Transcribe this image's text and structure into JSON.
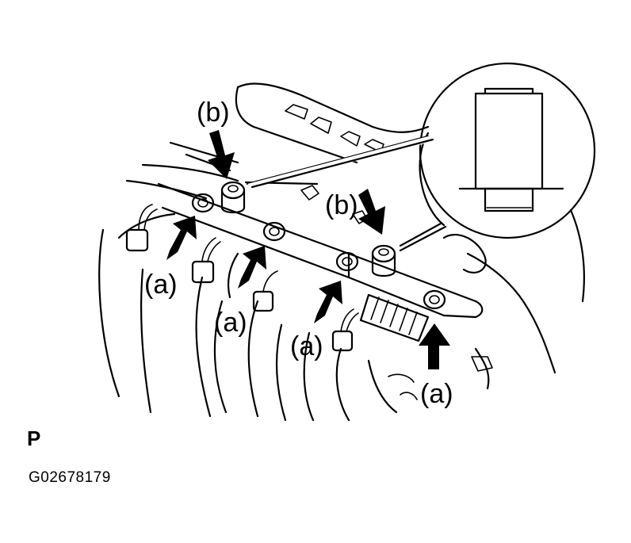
{
  "labels": {
    "a": "(a)",
    "b": "(b)"
  },
  "footer": {
    "view_letter": "P",
    "figure_code": "G02678179"
  }
}
